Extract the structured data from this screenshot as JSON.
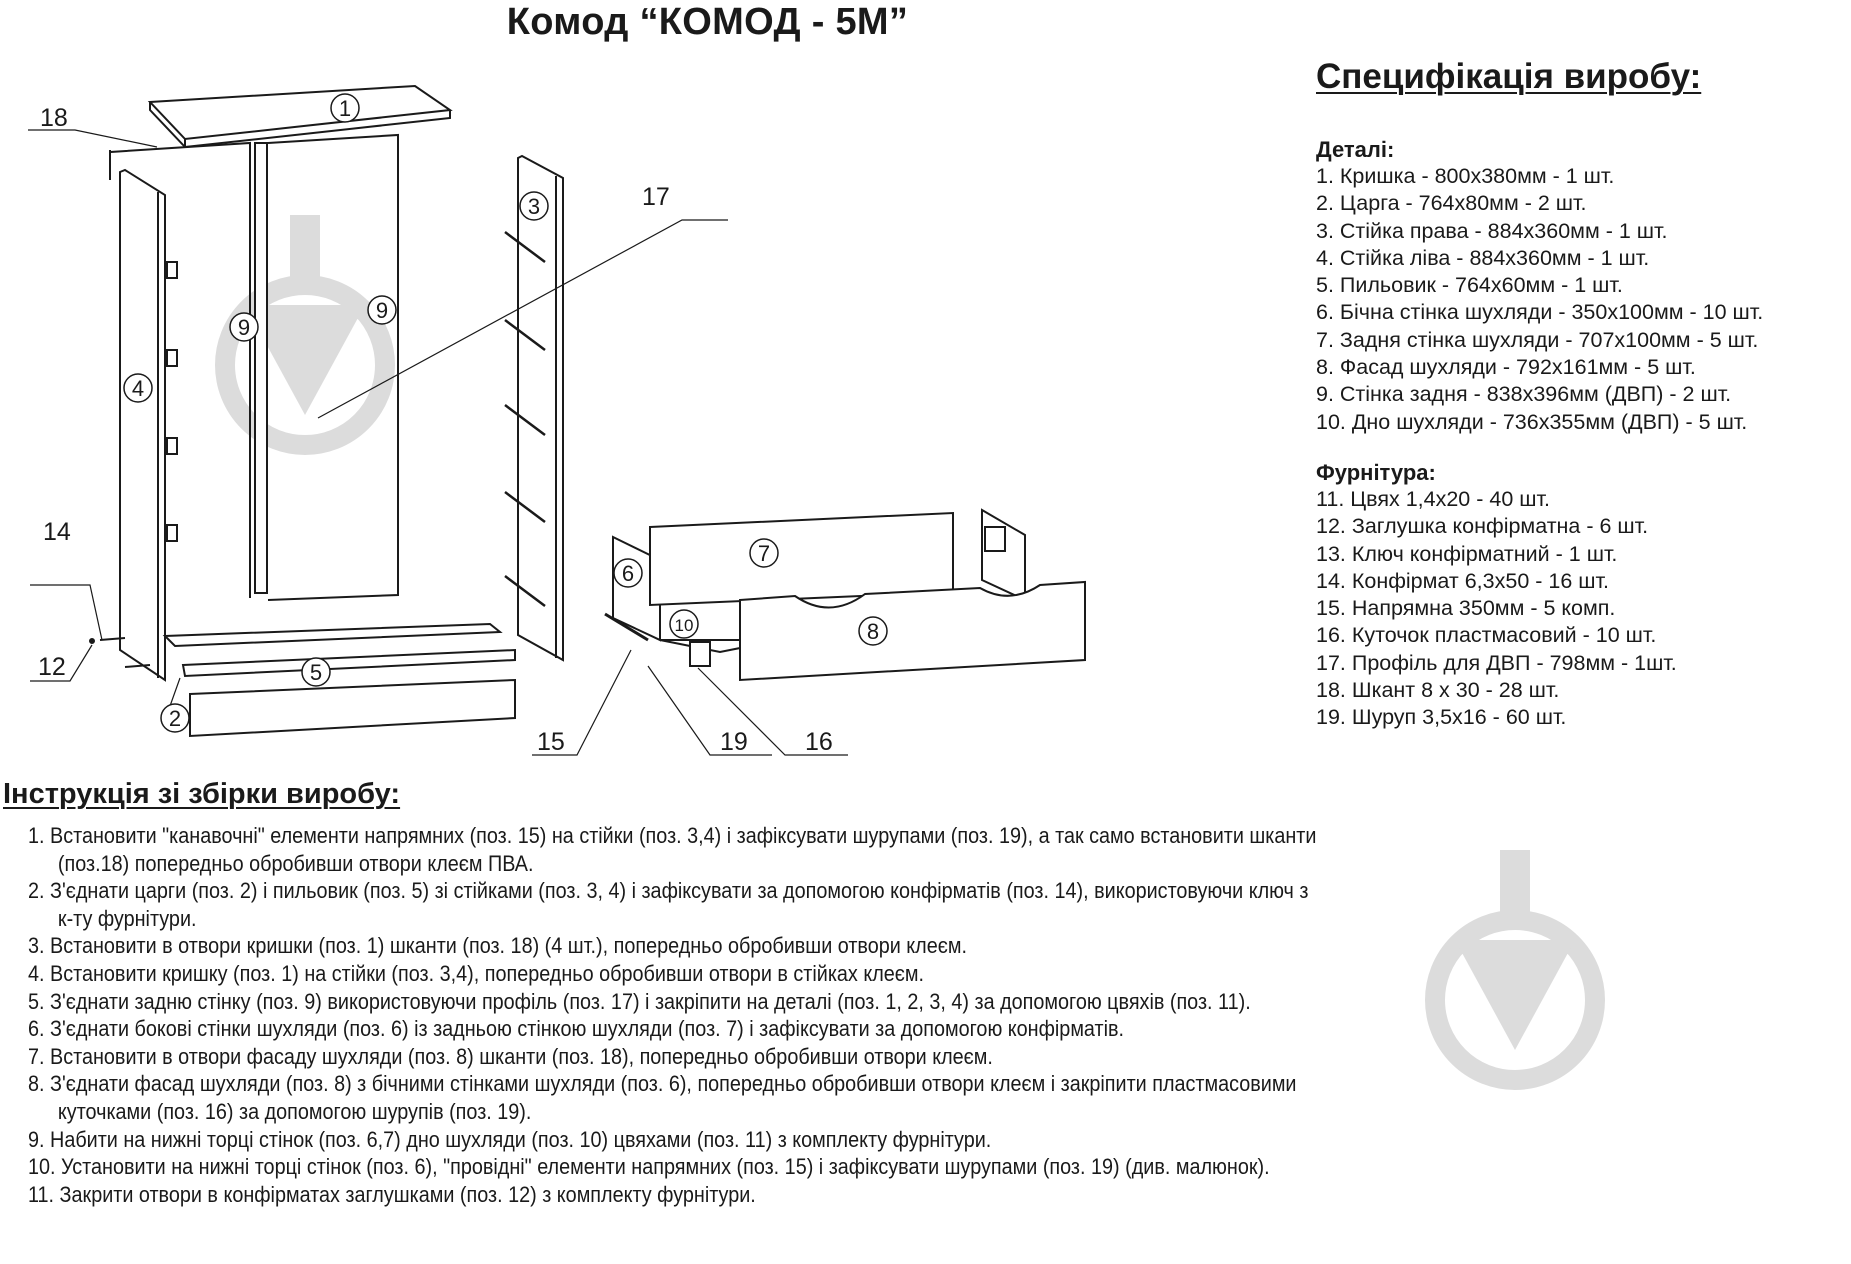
{
  "title": "Комод “КОМОД - 5М”",
  "specification": {
    "heading": "Специфікація виробу:",
    "parts_heading": "Деталі:",
    "parts": [
      "1. Кришка - 800х380мм - 1 шт.",
      "2. Царга - 764х80мм - 2 шт.",
      "3. Стійка права - 884х360мм - 1 шт.",
      "4. Стійка ліва - 884х360мм - 1 шт.",
      "5. Пильовик - 764х60мм - 1 шт.",
      "6. Бічна стінка шухляди - 350х100мм - 10 шт.",
      "7. Задня стінка шухляди - 707х100мм - 5 шт.",
      "8. Фасад шухляди - 792х161мм - 5 шт.",
      "9. Стінка задня - 838х396мм (ДВП) - 2 шт.",
      "10. Дно шухляди - 736х355мм (ДВП) - 5 шт."
    ],
    "hardware_heading": "Фурнітура:",
    "hardware": [
      "11. Цвях 1,4х20 - 40 шт.",
      "12. Заглушка конфірматна - 6 шт.",
      "13. Ключ конфірматний - 1 шт.",
      "14. Конфірмат 6,3х50 - 16 шт.",
      "15. Напрямна 350мм - 5 комп.",
      "16. Куточок пластмасовий - 10 шт.",
      "17. Профіль для ДВП - 798мм - 1шт.",
      "18. Шкант 8 х 30 - 28 шт.",
      "19. Шуруп 3,5х16 - 60 шт."
    ]
  },
  "drawing": {
    "circled_labels": [
      "1",
      "2",
      "3",
      "4",
      "5",
      "6",
      "7",
      "8",
      "9",
      "9",
      "10"
    ],
    "callouts": [
      "12",
      "14",
      "15",
      "16",
      "17",
      "18",
      "19"
    ]
  },
  "instructions": {
    "heading": "Інструкція зі збірки виробу:",
    "steps": [
      {
        "line1": "1. Встановити \"канавочні\" елементи напрямних (поз. 15) на стійки (поз. 3,4) і зафіксувати шурупами (поз. 19), а так само встановити шканти",
        "line2": "(поз.18) попередньо обробивши отвори клеєм ПВА."
      },
      {
        "line1": "2. З'єднати царги (поз. 2) і пильовик (поз. 5) зі стійками (поз. 3, 4) і зафіксувати за допомогою конфірматів (поз. 14), використовуючи ключ з",
        "line2": "к-ту фурнітури."
      },
      {
        "line1": "3. Встановити в отвори кришки (поз. 1) шканти (поз. 18) (4 шт.), попередньо обробивши отвори клеєм."
      },
      {
        "line1": "4. Встановити кришку (поз. 1) на стійки (поз. 3,4), попередньо обробивши отвори в стійках клеєм."
      },
      {
        "line1": "5. З'єднати задню стінку (поз. 9) використовуючи профіль (поз. 17) і закріпити на деталі (поз. 1, 2, 3, 4) за допомогою цвяхів (поз. 11)."
      },
      {
        "line1": "6. З'єднати бокові стінки шухляди (поз. 6) із задньою стінкою шухляди (поз. 7) і зафіксувати за допомогою конфірматів."
      },
      {
        "line1": "7. Встановити в отвори фасаду шухляди (поз. 8) шканти (поз. 18), попередньо обробивши отвори клеєм."
      },
      {
        "line1": "8. З'єднати фасад шухляди (поз. 8) з бічними стінками шухляди (поз. 6), попередньо обробивши отвори клеєм і закріпити пластмасовими",
        "line2": "куточками (поз. 16) за допомогою шурупів (поз. 19)."
      },
      {
        "line1": "9. Набити на нижні торці стінок (поз. 6,7) дно шухляди (поз. 10) цвяхами (поз. 11) з комплекту фурнітури."
      },
      {
        "line1": "10. Установити на нижні торці стінок (поз. 6), \"провідні\" елементи напрямних (поз. 15) і зафіксувати шурупами (поз. 19) (див. малюнок)."
      },
      {
        "line1": "11. Закрити отвори в конфірматах заглушками (поз. 12) з комплекту фурнітури."
      }
    ]
  },
  "colors": {
    "text": "#1a1a1a",
    "watermark": "#d9d9d9",
    "background": "#ffffff"
  }
}
